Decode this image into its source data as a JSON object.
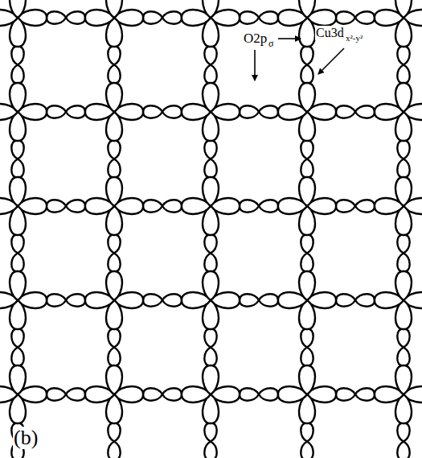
{
  "diagram": {
    "labels": [
      "O2p",
      "σ",
      "Cu3d",
      "x²-y²",
      "(b)"
    ]
  }
}
